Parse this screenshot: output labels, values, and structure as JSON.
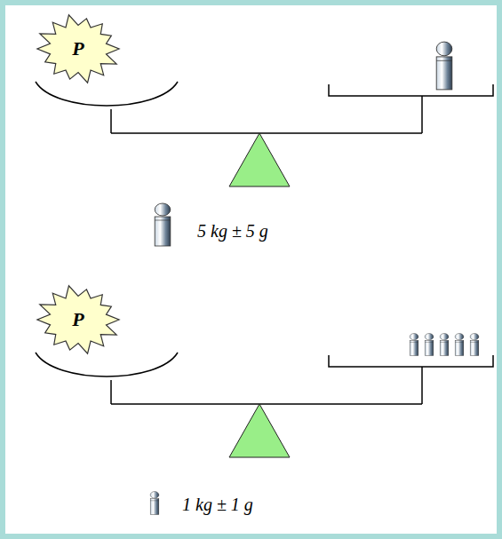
{
  "diagram": {
    "nodes": [
      {
        "text": [
          "P"
        ]
      },
      {
        "text": [
          "P"
        ]
      }
    ],
    "labels": [
      "5 kg ± 5 g",
      "1 kg ± 1 g"
    ]
  }
}
